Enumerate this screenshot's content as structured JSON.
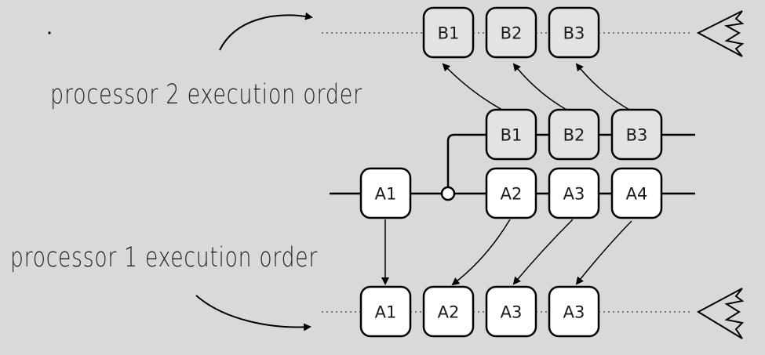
{
  "labels": {
    "processor2": "processor 2 execution order",
    "processor1": "processor 1 execution order"
  },
  "timelines": {
    "processor2": [
      "B1",
      "B2",
      "B3"
    ],
    "processor1": [
      "A1",
      "A2",
      "A3",
      "A3"
    ]
  },
  "graph": {
    "branch_b": [
      "B1",
      "B2",
      "B3"
    ],
    "main_a": [
      "A1",
      "A2",
      "A3",
      "A4"
    ]
  },
  "colors": {
    "background": "#d9d9d9",
    "b_node_fill": "#e3e3e3",
    "a_node_fill": "#ffffff",
    "stroke": "#000000"
  }
}
